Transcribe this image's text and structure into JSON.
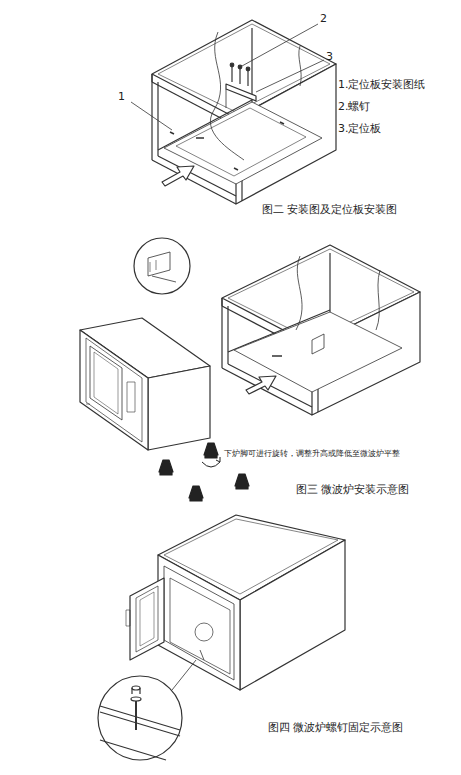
{
  "diagram": {
    "labels": [
      "1",
      "2",
      "3",
      "1.定位板安装图纸",
      "2.螺钉",
      "3.定位板",
      "图二 安装图及定位板安装图",
      "下炉脚可进行旋转，调整升高或降低至微波炉平整",
      "图三 微波炉安装示意图",
      "图四 微波炉螺钉固定示意图"
    ]
  }
}
